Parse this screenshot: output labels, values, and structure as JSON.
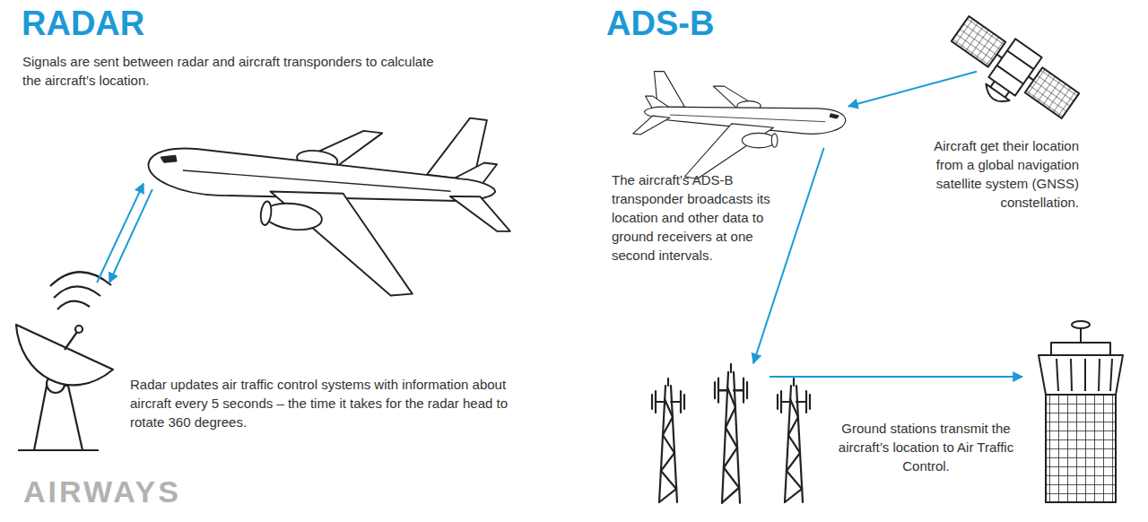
{
  "diagram": {
    "nodes": [
      {
        "text": [
          "Signals are sent between radar and aircraft transponders to calculate the aircraft’s location."
        ]
      },
      {
        "text": [
          "Radar updates air traffic control systems with information about aircraft every 5 seconds – the time it takes for the radar head to rotate 360 degrees."
        ]
      },
      {
        "text": [
          "Aircraft get their location from a global navigation satellite system (GNSS) constellation."
        ]
      },
      {
        "text": [
          "The aircraft’s ADS-B transponder broadcasts its location and other data to ground receivers at one second intervals."
        ]
      },
      {
        "text": [
          "Ground stations transmit the aircraft’s location to Air Traffic Control."
        ]
      }
    ],
    "edges": [
      {
        "from": 1,
        "to": 0,
        "arrow": "to"
      },
      {
        "from": 0,
        "to": 1,
        "arrow": "to"
      },
      {
        "from": 2,
        "to": 3,
        "arrow": "to"
      },
      {
        "from": 3,
        "to": 4,
        "arrow": "to"
      }
    ],
    "labels": [
      "RADAR",
      "ADS-B",
      "AIRWAYS"
    ]
  }
}
